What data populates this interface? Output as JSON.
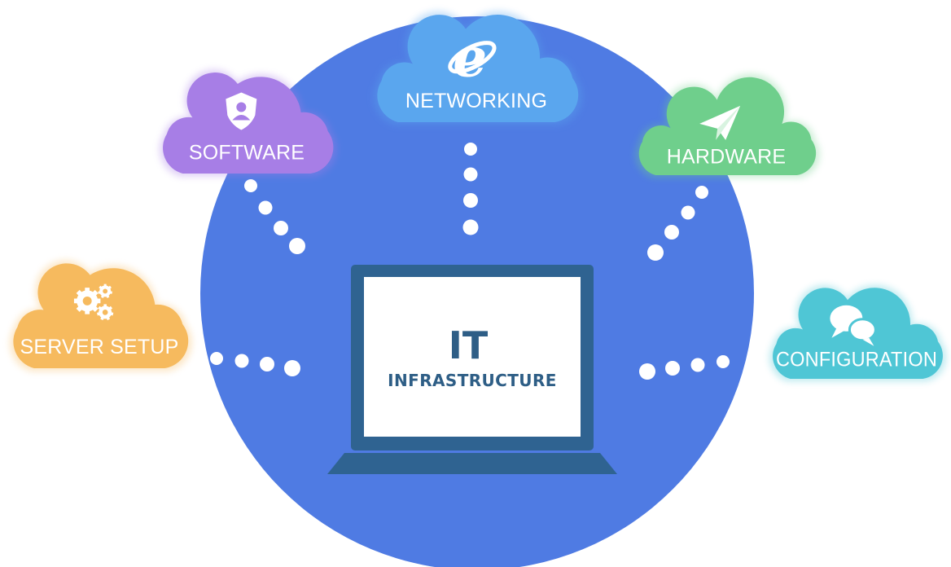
{
  "center": {
    "title": "IT",
    "subtitle": "INFRASTRUCTURE"
  },
  "nodes": [
    {
      "id": "networking",
      "label": "NETWORKING",
      "icon": "internet-explorer-icon",
      "color": "#5aa6ee"
    },
    {
      "id": "software",
      "label": "SOFTWARE",
      "icon": "shield-user-icon",
      "color": "#a77ee6"
    },
    {
      "id": "hardware",
      "label": "HARDWARE",
      "icon": "paper-plane-icon",
      "color": "#6fcf8c"
    },
    {
      "id": "server-setup",
      "label": "SERVER SETUP",
      "icon": "gears-icon",
      "color": "#f6ba5e"
    },
    {
      "id": "configuration",
      "label": "CONFIGURATION",
      "icon": "chat-bubbles-icon",
      "color": "#4fc6d5"
    }
  ],
  "colors": {
    "circle": "#4f7be3",
    "laptop": "#2f6391",
    "screen": "#ffffff",
    "dots": "#ffffff",
    "title": "#2e5e86"
  }
}
